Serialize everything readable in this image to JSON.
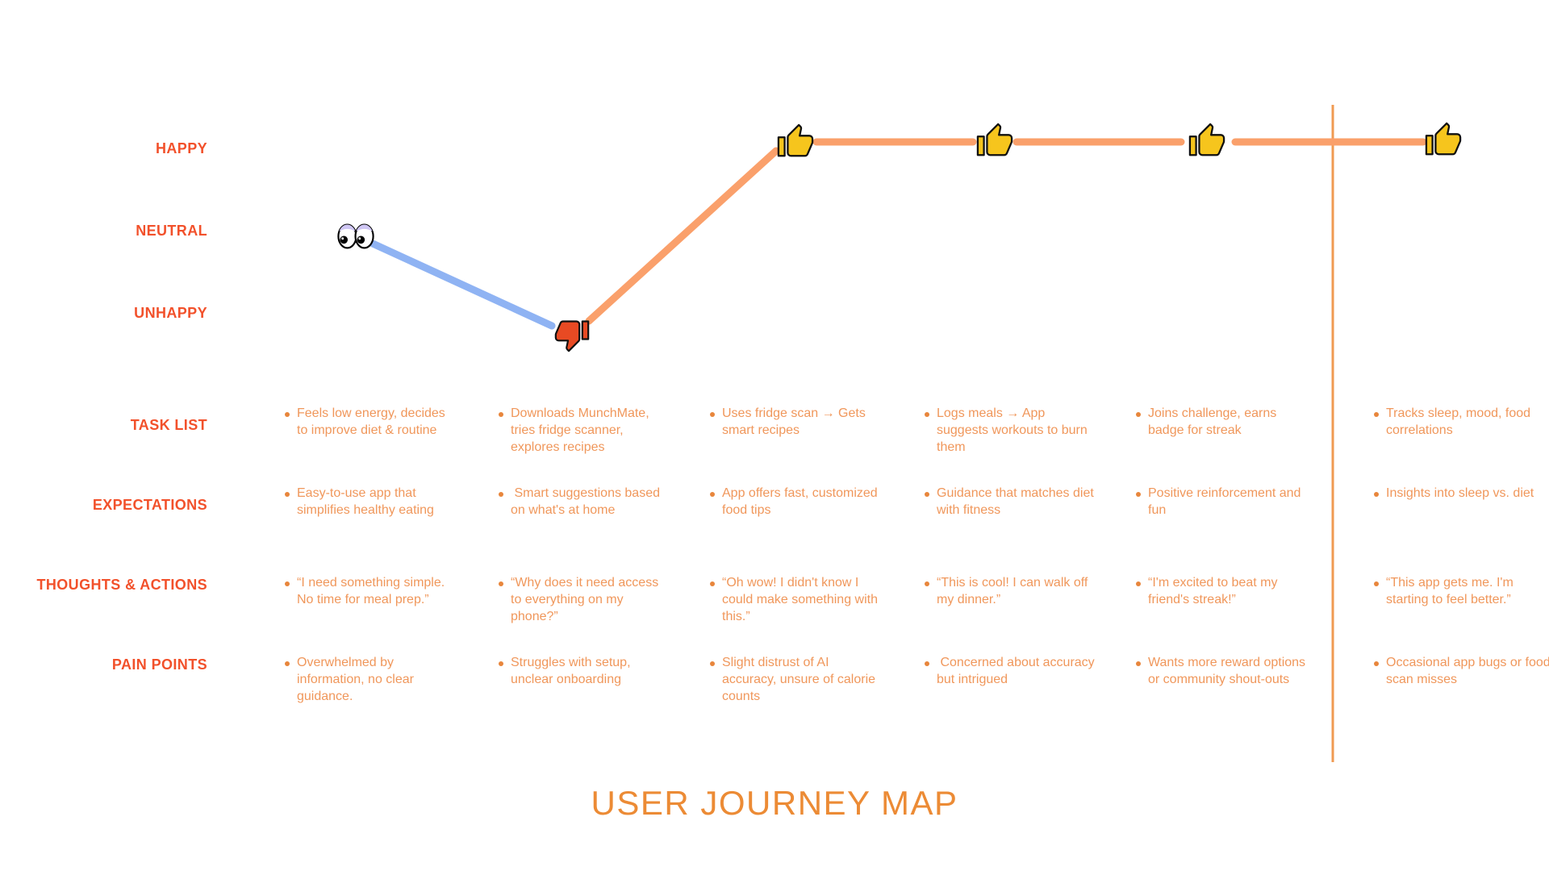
{
  "title": "USER JOURNEY MAP",
  "mood_axis": {
    "labels": [
      "HAPPY",
      "NEUTRAL",
      "UNHAPPY"
    ]
  },
  "row_labels": {
    "tasks": "TASK LIST",
    "expectations": "EXPECTATIONS",
    "thoughts": "THOUGHTS & ACTIONS",
    "pains": "PAIN POINTS"
  },
  "journey": {
    "levels": [
      "happy",
      "neutral",
      "unhappy"
    ],
    "points": [
      {
        "stage": 1,
        "mood": "neutral",
        "marker": "eyes"
      },
      {
        "stage": 2,
        "mood": "unhappy",
        "marker": "thumbs-down"
      },
      {
        "stage": 3,
        "mood": "happy",
        "marker": "thumbs-up"
      },
      {
        "stage": 4,
        "mood": "happy",
        "marker": "thumbs-up"
      },
      {
        "stage": 5,
        "mood": "happy",
        "marker": "thumbs-up"
      },
      {
        "stage": 6,
        "mood": "happy",
        "marker": "thumbs-up"
      }
    ]
  },
  "stages": [
    {
      "task": "Feels low energy, decides to improve diet & routine",
      "expectation": "Easy-to-use app that simplifies healthy eating",
      "thought": "“I need something simple. No time for meal prep.”",
      "pain": "Overwhelmed by information, no clear guidance."
    },
    {
      "task": "Downloads MunchMate, tries fridge scanner, explores recipes",
      "expectation": " Smart suggestions based on what's at home",
      "thought": "“Why does it need access to everything on my phone?”",
      "pain": "Struggles with setup, unclear onboarding"
    },
    {
      "task": "Uses fridge scan → Gets smart recipes",
      "expectation": "App offers fast, customized food tips",
      "thought": "“Oh wow! I didn't know I could make something with this.”",
      "pain": "Slight distrust of AI accuracy, unsure of calorie counts"
    },
    {
      "task": "Logs meals → App suggests workouts to burn them",
      "expectation": "Guidance that matches diet with fitness",
      "thought": "“This is cool! I can walk off my dinner.”",
      "pain": " Concerned about accuracy but intrigued"
    },
    {
      "task": "Joins challenge, earns badge for streak",
      "expectation": "Positive reinforcement and fun",
      "thought": "“I'm excited to beat my friend's streak!”",
      "pain": "Wants more reward options or community shout-outs"
    },
    {
      "task": "Tracks sleep, mood, food correlations",
      "expectation": "Insights into sleep vs. diet",
      "thought": "“This app gets me. I'm starting to feel better.”",
      "pain": "Occasional app bugs or food scan misses"
    }
  ],
  "colors": {
    "label_red": "#F2512B",
    "body_text": "#F0975B",
    "bullet": "#E8863C",
    "journey_orange": "#FAA06B",
    "journey_blue": "#8FB3F3",
    "divider": "#F09A52",
    "title": "#EC8B35",
    "thumb_up_fill": "#F6C51D",
    "thumb_down_fill": "#E84A23"
  }
}
